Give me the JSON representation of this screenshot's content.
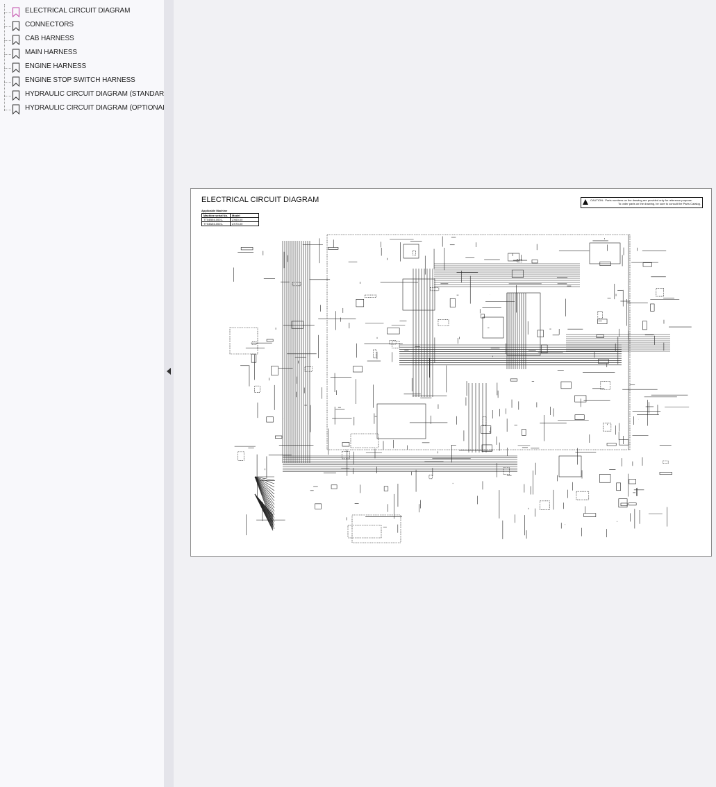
{
  "sidebar": {
    "bookmarks": [
      {
        "label": "ELECTRICAL CIRCUIT DIAGRAM",
        "active": true
      },
      {
        "label": "CONNECTORS",
        "active": false
      },
      {
        "label": "CAB HARNESS",
        "active": false
      },
      {
        "label": "MAIN HARNESS",
        "active": false
      },
      {
        "label": "ENGINE HARNESS",
        "active": false
      },
      {
        "label": "ENGINE STOP SWITCH HARNESS",
        "active": false
      },
      {
        "label": "HYDRAULIC CIRCUIT DIAGRAM (STANDARD)",
        "active": false
      },
      {
        "label": "HYDRAULIC CIRCUIT DIAGRAM (OPTIONAL)",
        "active": false
      }
    ]
  },
  "icons": {
    "bookmark": "bookmark-icon",
    "collapse": "caret-left-icon"
  },
  "colors": {
    "active_bookmark": "#c04aa8",
    "inactive_bookmark": "#333333"
  },
  "page": {
    "title": "ELECTRICAL CIRCUIT DIAGRAM",
    "caution_line1": "CAUTION : Parts numbers on the drawing are provided only for reference purpose.",
    "caution_line2": "To order parts on the drawing, be sure to consult the Parts Catalog.",
    "applicable_title": "Applicable Machine",
    "applicable_header": [
      "Machine serial No.",
      "Model"
    ],
    "applicable_rows": [
      [
        "TT04B04-0001-",
        "ZX60-00"
      ],
      [
        "TT03A04-0001-",
        "ZX70-00"
      ]
    ]
  }
}
